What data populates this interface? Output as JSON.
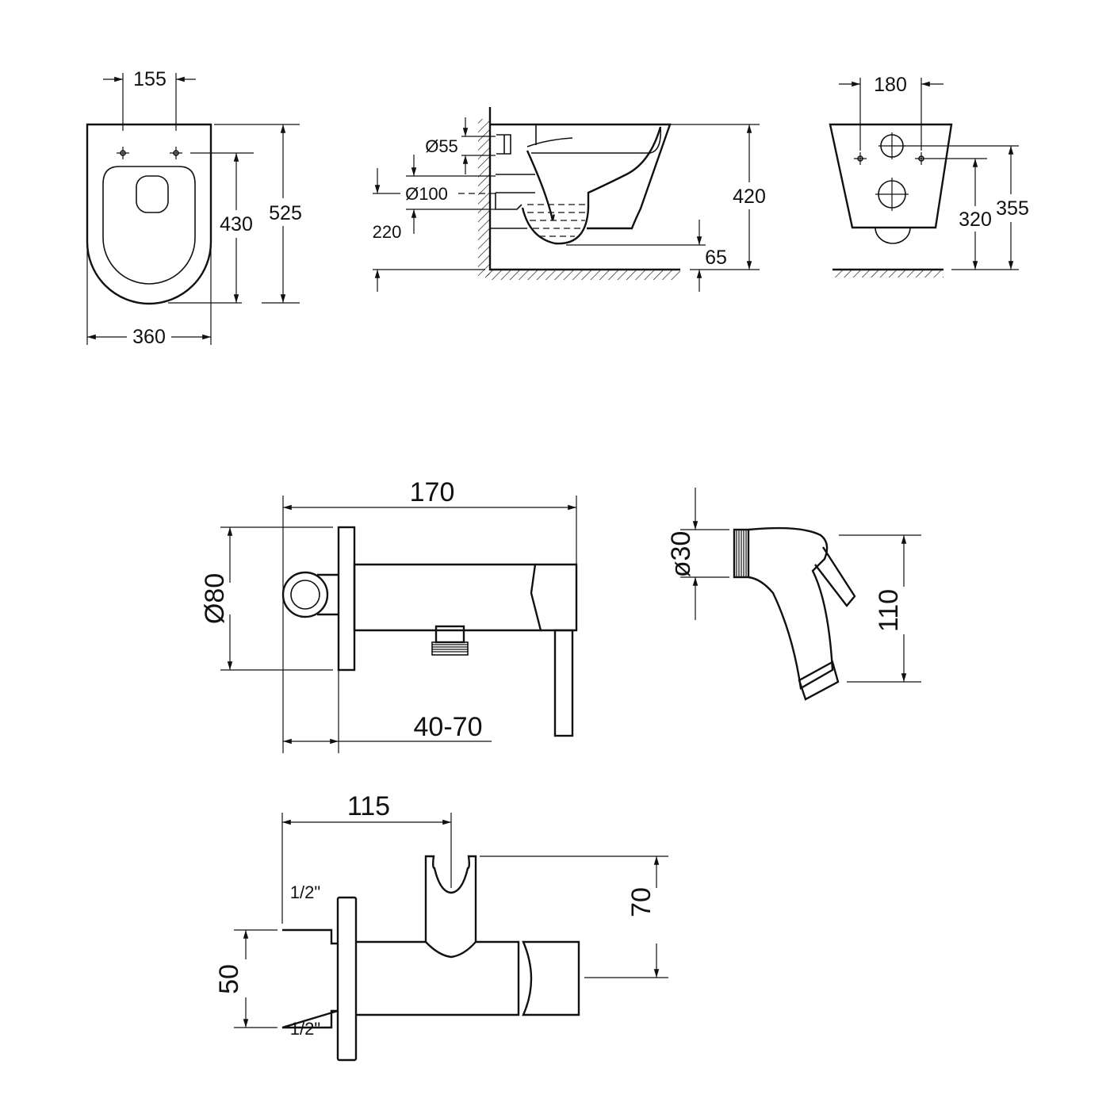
{
  "toilet": {
    "front": {
      "dim_holes": "155",
      "dim_width": "360",
      "dim_hole_height": "430",
      "dim_length": "525"
    },
    "side": {
      "dim_inlet": "Ø55",
      "dim_outlet": "Ø100",
      "dim_outlet_height": "220",
      "dim_height": "420",
      "dim_bottom": "65"
    },
    "rear": {
      "dim_holes": "180",
      "dim_hole_height": "320",
      "dim_height": "355"
    }
  },
  "mixer": {
    "dim_length": "170",
    "dim_flange": "Ø80",
    "dim_wall": "40-70"
  },
  "hand_shower": {
    "dim_head": "ø30",
    "dim_length": "110"
  },
  "valve": {
    "dim_holder": "115",
    "dim_holder_height": "70",
    "dim_block": "50",
    "thread_top": "1/2\"",
    "thread_bottom": "1/2\""
  }
}
